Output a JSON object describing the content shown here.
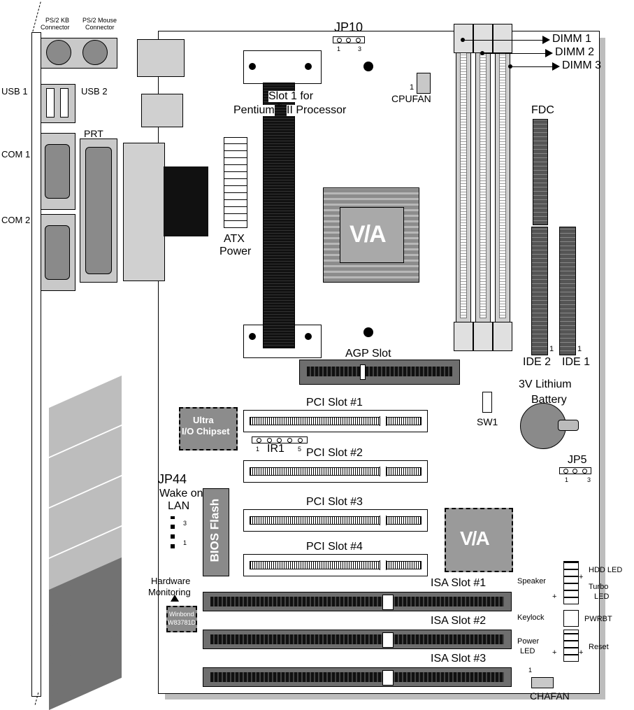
{
  "labels": {
    "ps2_kb": "PS/2 KB",
    "ps2_kb2": "Connector",
    "ps2_mouse": "PS/2 Mouse",
    "ps2_mouse2": "Connector",
    "usb1": "USB 1",
    "usb2": "USB 2",
    "prt": "PRT",
    "com1": "COM 1",
    "com2": "COM 2",
    "jp10": "JP10",
    "jp10_pin1": "1",
    "jp10_pin3": "3",
    "slot1_line1": "Slot 1 for",
    "slot1_line2a": "Pentium",
    "slot1_reg": "®",
    "slot1_line2b": "II Processor",
    "cpufan": "CPUFAN",
    "cpufan_pin": "1",
    "dimm1": "DIMM 1",
    "dimm2": "DIMM 2",
    "dimm3": "DIMM 3",
    "fdc": "FDC",
    "atx1": "ATX",
    "atx2": "Power",
    "via_logo": "V/A",
    "via_logo2": "V/A",
    "agp": "AGP Slot",
    "ide2": "IDE 2",
    "ide1": "IDE 1",
    "ide2_pin": "1",
    "ide1_pin": "1",
    "lithium1": "3V Lithium",
    "lithium2": "Battery",
    "ultra1": "Ultra",
    "ultra2": "I/O Chipset",
    "pci1": "PCI Slot #1",
    "pci2": "PCI Slot #2",
    "pci3": "PCI Slot #3",
    "pci4": "PCI Slot #4",
    "ir1": "IR1",
    "ir1_pin1": "1",
    "ir1_pin5": "5",
    "sw1": "SW1",
    "jp5": "JP5",
    "jp5_pin1": "1",
    "jp5_pin3": "3",
    "jp44": "JP44",
    "wake1": "Wake on",
    "wake2": "LAN",
    "jp44_pin3": "3",
    "jp44_pin1": "1",
    "bios": "BIOS Flash",
    "hwmon1": "Hardware",
    "hwmon2": "Monitoring",
    "winbond1": "Winbond",
    "winbond2": "W83781D",
    "isa1": "ISA Slot #1",
    "isa2": "ISA Slot #2",
    "isa3": "ISA Slot #3",
    "speaker": "Speaker",
    "hdd_led": "HDD LED",
    "turbo1": "Turbo",
    "turbo2": "LED",
    "keylock": "Keylock",
    "pwrbt": "PWRBT",
    "power1": "Power",
    "power2": "LED",
    "reset": "Reset",
    "chafan": "CHAFAN",
    "chafan_pin": "1",
    "plus1": "+",
    "plus2": "+",
    "plus3": "+",
    "plus4": "+"
  }
}
